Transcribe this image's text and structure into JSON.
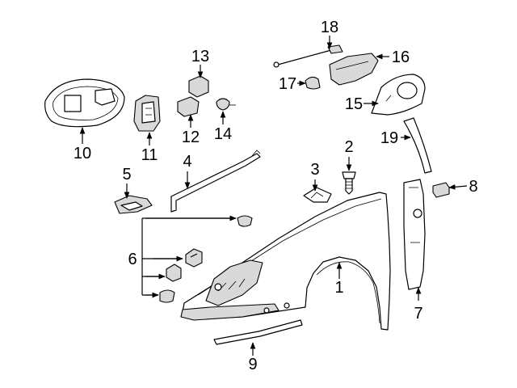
{
  "callouts": [
    "1",
    "2",
    "3",
    "4",
    "5",
    "6",
    "7",
    "8",
    "9",
    "10",
    "11",
    "12",
    "13",
    "14",
    "15",
    "16",
    "17",
    "18",
    "19"
  ]
}
